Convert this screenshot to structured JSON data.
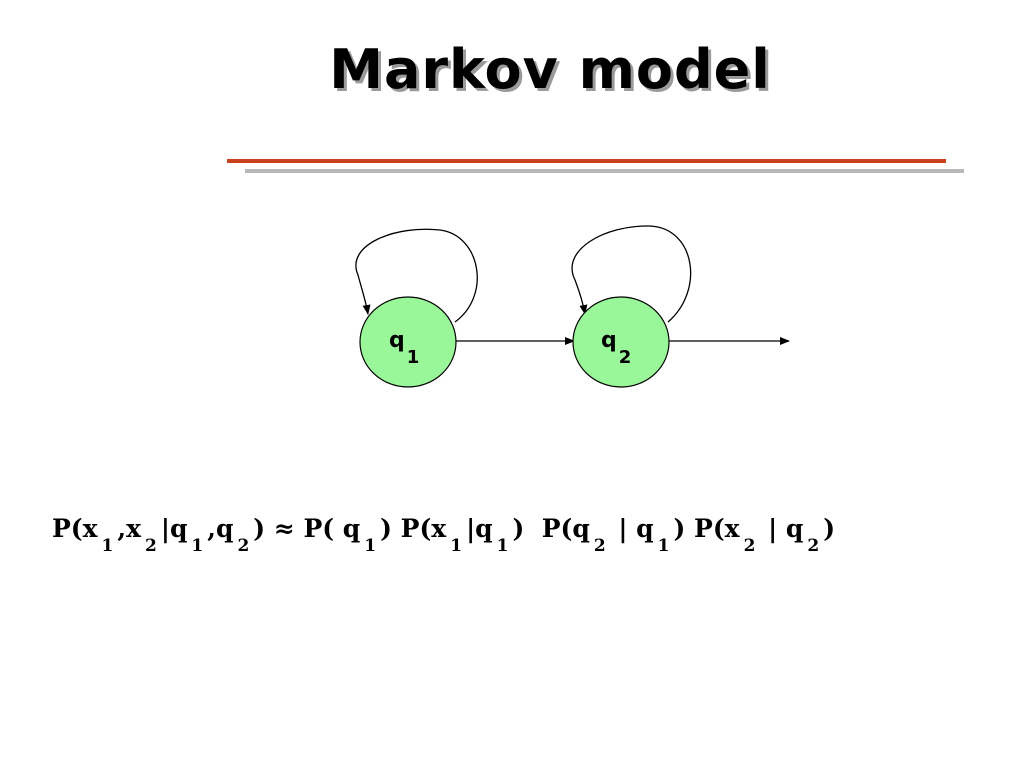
{
  "slide": {
    "title": "Markov model"
  },
  "diagram": {
    "node_fill": "#99f799",
    "nodes": [
      {
        "id": "q1",
        "base": "q",
        "subscript": "1"
      },
      {
        "id": "q2",
        "base": "q",
        "subscript": "2"
      }
    ]
  },
  "formula": {
    "parts": [
      {
        "t": "P(x"
      },
      {
        "s": "1"
      },
      {
        "t": ",x"
      },
      {
        "s": "2"
      },
      {
        "t": "|q"
      },
      {
        "s": "1"
      },
      {
        "t": ",q"
      },
      {
        "s": "2"
      },
      {
        "t": ") ≈ P( q"
      },
      {
        "s": "1"
      },
      {
        "t": ") P(x"
      },
      {
        "s": "1"
      },
      {
        "t": "|q"
      },
      {
        "s": "1"
      },
      {
        "t": ")  P(q"
      },
      {
        "s": "2"
      },
      {
        "t": " | q"
      },
      {
        "s": "1"
      },
      {
        "t": ") P(x"
      },
      {
        "s": "2"
      },
      {
        "t": " | q"
      },
      {
        "s": "2"
      },
      {
        "t": ")"
      }
    ]
  }
}
